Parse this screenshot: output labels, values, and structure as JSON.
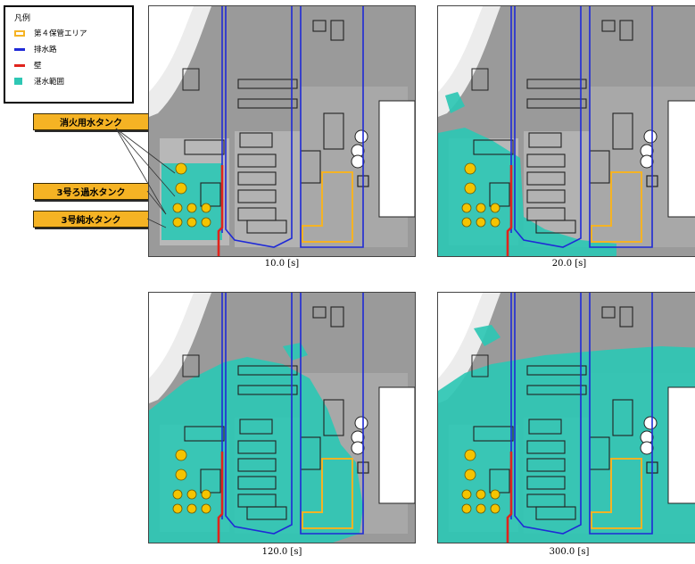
{
  "legend": {
    "title": "凡例",
    "items": [
      {
        "label": "第４保管エリア",
        "color": "#f5b324",
        "kind": "outline"
      },
      {
        "label": "排水路",
        "color": "#1f2ad6",
        "kind": "line"
      },
      {
        "label": "壁",
        "color": "#e0241d",
        "kind": "line"
      },
      {
        "label": "湛水範囲",
        "color": "#2ec7b4",
        "kind": "fill"
      }
    ]
  },
  "callouts": {
    "fire_tank": "消火用水タンク",
    "filtered_tank": "3号ろ過水タンク",
    "pure_tank": "3号純水タンク"
  },
  "panels": [
    {
      "time": "10.0 [s]",
      "stage": 0
    },
    {
      "time": "20.0 [s]",
      "stage": 1
    },
    {
      "time": "120.0 [s]",
      "stage": 2
    },
    {
      "time": "300.0 [s]",
      "stage": 3
    }
  ],
  "colors": {
    "storage": "#f5b324",
    "drain": "#1f2ad6",
    "wall": "#e0241d",
    "flood": "#2ec7b4",
    "ground": "#9a9a9a",
    "building": "#ffffff"
  }
}
